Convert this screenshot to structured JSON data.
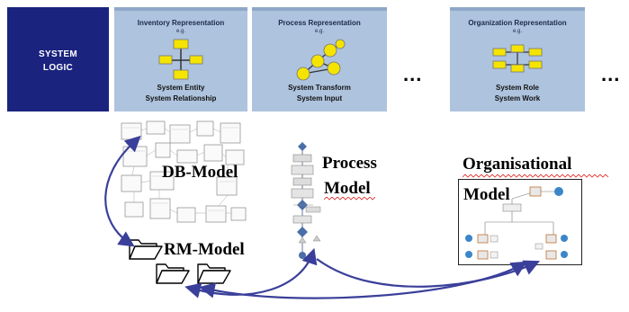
{
  "system_logic": {
    "line1": "SYSTEM",
    "line2": "LOGIC"
  },
  "panels": [
    {
      "title": "Inventory Representation",
      "eg": "e.g.",
      "sub1": "System Entity",
      "sub2": "System Relationship"
    },
    {
      "title": "Process Representation",
      "eg": "e.g.",
      "sub1": "System Transform",
      "sub2": "System Input"
    },
    {
      "title": "Organization Representation",
      "eg": "e.g.",
      "sub1": "System Role",
      "sub2": "System Work"
    }
  ],
  "ellipsis_1": "...",
  "ellipsis_2": "...",
  "models": {
    "db": "DB-Model",
    "process_line1": "Process",
    "process_line2": "Model",
    "org_line1": "Organisational",
    "org_line2": "Model",
    "rm": "RM-Model"
  },
  "colors": {
    "system_logic_bg": "#1a237e",
    "panel_bg": "#aec3dd",
    "icon_yellow": "#f5e400",
    "arrow": "#3a3f9a"
  }
}
